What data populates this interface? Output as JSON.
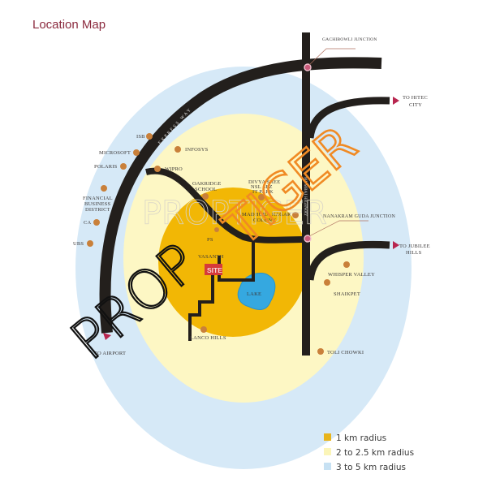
{
  "title": "Location Map",
  "colors": {
    "ring_1km": "#f2b705",
    "ring_2_5km": "#fdf7c4",
    "ring_5km": "#d6e9f7",
    "road": "#231f1c",
    "poi_dot": "#c9803a",
    "site": "#d63a3a",
    "lake": "#35a8e0",
    "arrow": "#b8264f",
    "title": "#8b2a3e"
  },
  "roads": {
    "expressway_label": "EXPRESS WAY",
    "vertical_road_label": "MUMBAI HIGHWAY"
  },
  "junctions": {
    "gachibowli": "GACHIBOWLI JUNCTION",
    "nanakramguda": "NANAKRAM GUDA JUNCTION"
  },
  "directions": {
    "hitec": [
      "TO HITEC",
      "CITY"
    ],
    "jubilee": [
      "TO JUBILEE",
      "HILLS"
    ],
    "airport": "TO AIRPORT"
  },
  "pois": {
    "isb": "ISB",
    "microsoft": "MICROSOFT",
    "polaris": "POLARIS",
    "infosys": "INFOSYS",
    "wipro": "WIPRO",
    "fbd": [
      "FINANCIAL",
      "BUSINESS",
      "DISTRICT"
    ],
    "ca": "CA",
    "ubs": "UBS",
    "oakridge": [
      "OAKRIDGE",
      "SCHOOL"
    ],
    "divyasree": [
      "DIVYA SREE",
      "NSL SEZ",
      "IT PARK"
    ],
    "madhura": [
      "MADHURA NAGAR",
      "COLONY"
    ],
    "ps": "PS",
    "vasanth": "VASANTH",
    "lanco": "LANCO HILLS",
    "whisper": "WHISPER VALLEY",
    "shaikpet": "SHAIKPET",
    "tolichowki": "TOLI CHOWKI"
  },
  "site_label": "SITE",
  "lake_label": "LAKE",
  "legend": [
    {
      "label": "1 km radius",
      "color": "#e8b41c"
    },
    {
      "label": "2 to 2.5 km radius",
      "color": "#fbf5b8"
    },
    {
      "label": "3 to 5 km radius",
      "color": "#c7e1f3"
    }
  ],
  "watermark": {
    "black": "PROP",
    "orange": "TIGER",
    "faint": "PROPTIGER"
  }
}
